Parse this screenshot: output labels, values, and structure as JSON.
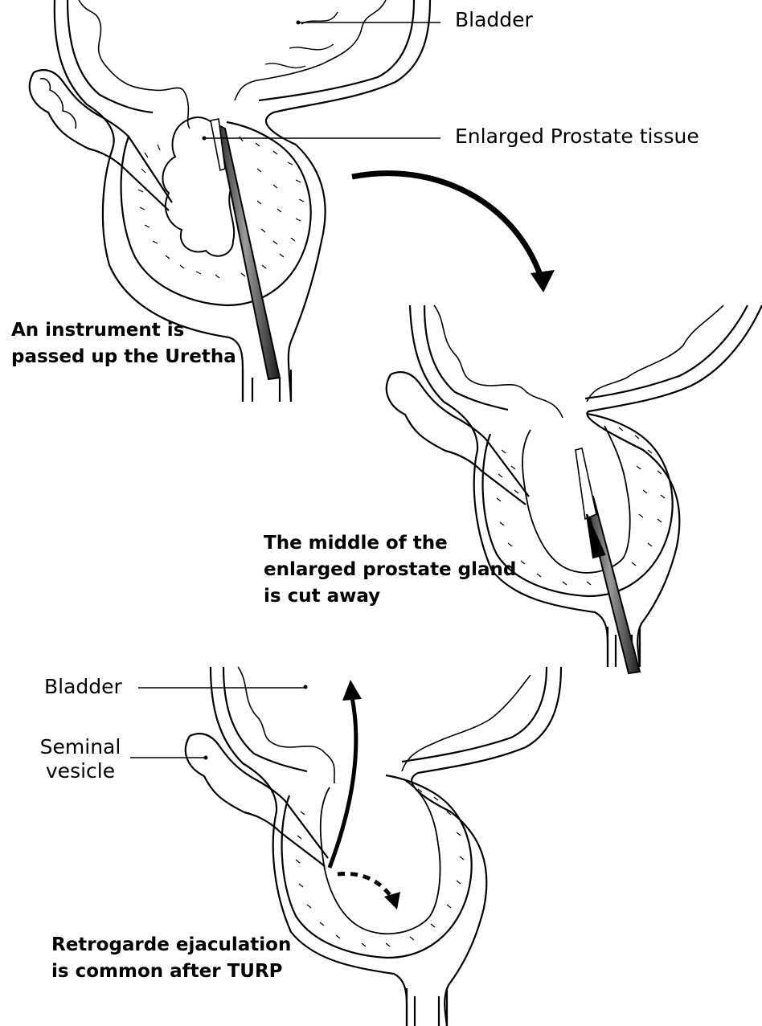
{
  "labels": {
    "bladder_top": "Bladder",
    "enlarged_tissue": "Enlarged Prostate tissue",
    "bladder_bottom": "Bladder",
    "seminal_vesicle": [
      "Seminal",
      "vesicle"
    ]
  },
  "captions": {
    "step1": [
      "An instrument is",
      "passed up the Uretha"
    ],
    "step2": [
      "The middle of the",
      "enlarged prostate gland",
      "is cut away"
    ],
    "step3": [
      "Retrogarde ejaculation",
      "is common after TURP"
    ]
  }
}
